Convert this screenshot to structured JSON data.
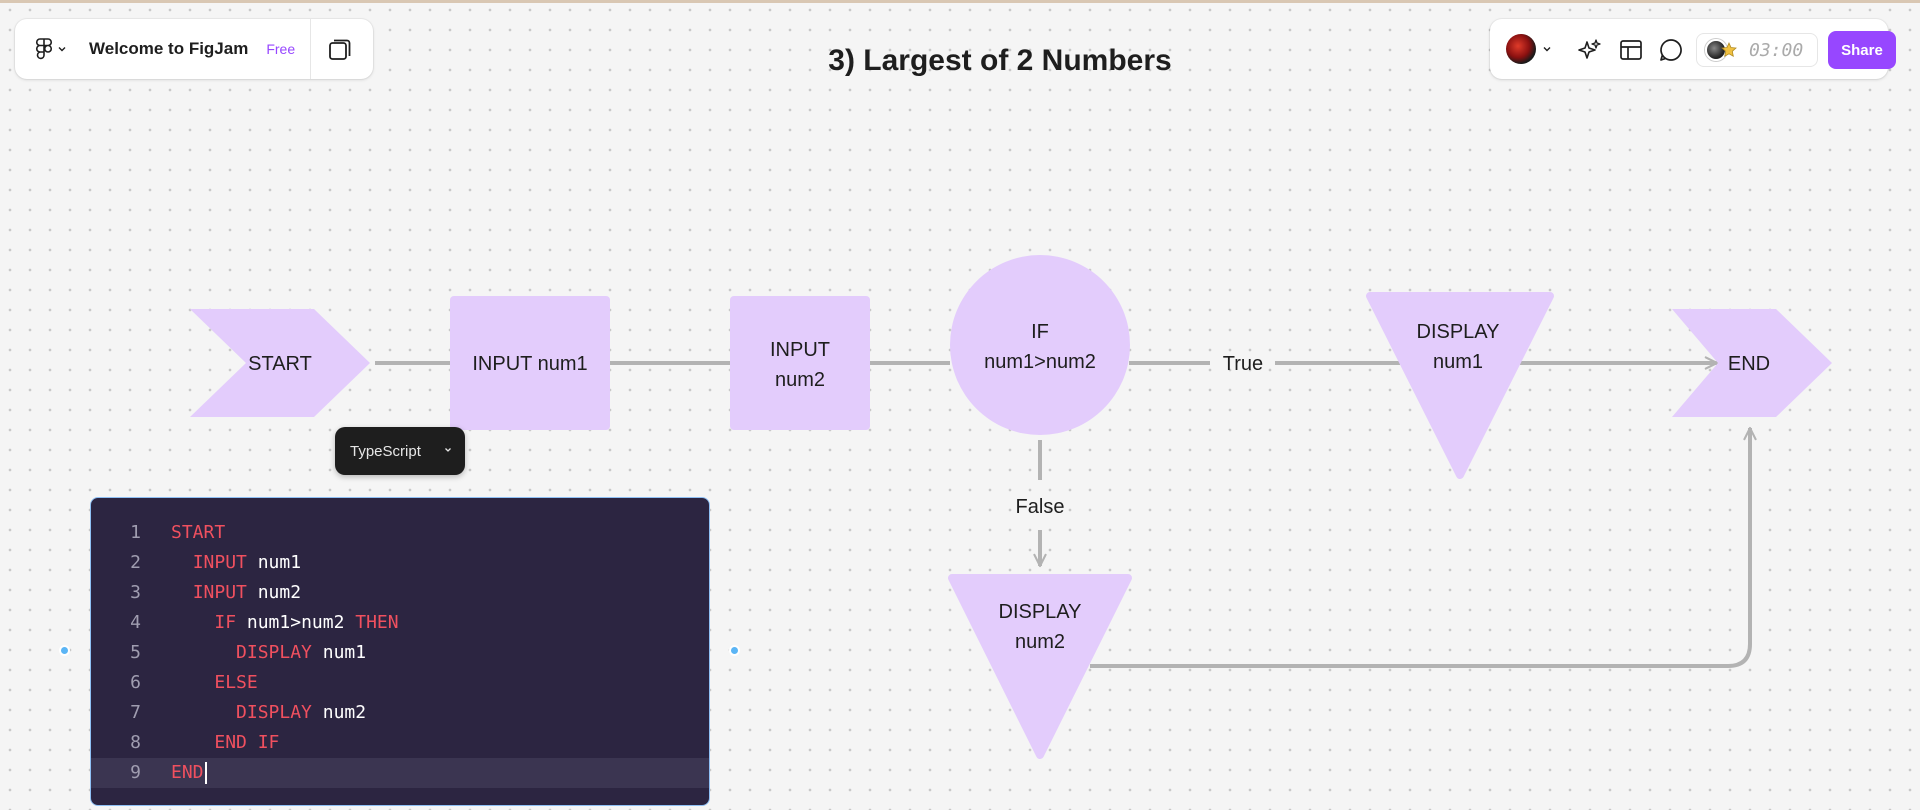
{
  "app": {
    "file_title": "Welcome to FigJam",
    "plan_badge": "Free"
  },
  "board": {
    "title": "3) Largest of 2 Numbers"
  },
  "toolbar_right": {
    "timer": "03:00",
    "share_label": "Share"
  },
  "flowchart": {
    "nodes": {
      "start": "START",
      "input1": "INPUT num1",
      "input2_line1": "INPUT",
      "input2_line2": "num2",
      "decision_line1": "IF",
      "decision_line2": "num1>num2",
      "display1_line1": "DISPLAY",
      "display1_line2": "num1",
      "display2_line1": "DISPLAY",
      "display2_line2": "num2",
      "end": "END"
    },
    "connectors": {
      "true_label": "True",
      "false_label": "False"
    },
    "fill_color": "#e3ccfc",
    "connector_color": "#b3b3b3"
  },
  "code_block": {
    "language": "TypeScript",
    "lines": [
      {
        "n": "1",
        "kw": "START",
        "rest": "",
        "indent": ""
      },
      {
        "n": "2",
        "kw": "INPUT",
        "rest": " num1",
        "indent": "  "
      },
      {
        "n": "3",
        "kw": "INPUT",
        "rest": " num2",
        "indent": "  "
      },
      {
        "n": "4",
        "kw": "IF",
        "rest": " num1>num2",
        "kw2": " THEN",
        "indent": "    "
      },
      {
        "n": "5",
        "kw": "DISPLAY",
        "rest": " num1",
        "indent": "      "
      },
      {
        "n": "6",
        "kw": "ELSE",
        "rest": "",
        "indent": "    "
      },
      {
        "n": "7",
        "kw": "DISPLAY",
        "rest": " num2",
        "indent": "      "
      },
      {
        "n": "8",
        "kw": "END IF",
        "rest": "",
        "indent": "    "
      },
      {
        "n": "9",
        "kw": "END",
        "rest": "",
        "indent": ""
      }
    ],
    "active_line": 9,
    "keyword_color": "#f0505f",
    "background_color": "#2c2541"
  },
  "colors": {
    "accent": "#9747ff",
    "selection": "#5bb5f5"
  }
}
